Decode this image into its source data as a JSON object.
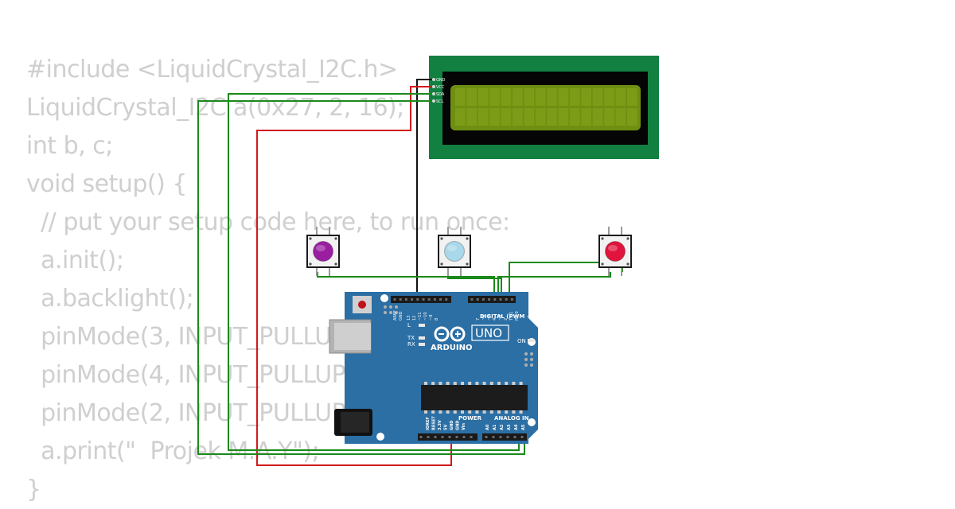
{
  "code_lines": [
    "#include <LiquidCrystal_I2C.h>",
    "LiquidCrystal_I2C a(0x27, 2, 16);",
    "int b, c;",
    "void setup() {",
    "  // put your setup code here, to run once:",
    "  a.init();",
    "  a.backlight();",
    "  pinMode(3, INPUT_PULLUP);",
    "  pinMode(4, INPUT_PULLUP);",
    "  pinMode(2, INPUT_PULLUP);",
    "  a.print(\"  Projek M.A.Y\");",
    "}"
  ],
  "lcd": {
    "pins": [
      "GND",
      "VCC",
      "SDA",
      "SCL"
    ],
    "pcb_color": "#128040",
    "screen_color": "#6f8f12"
  },
  "buttons": [
    {
      "name": "purple",
      "color": "#9a1fa0"
    },
    {
      "name": "light-blue",
      "color": "#a8d8ea"
    },
    {
      "name": "red",
      "color": "#e0143c"
    }
  ],
  "arduino": {
    "logo_text": "ARDUINO",
    "model": "UNO",
    "digital_header": "DIGITAL (PWM ~)",
    "power_header": "POWER",
    "analog_header": "ANALOG IN",
    "on_label": "ON",
    "led_labels": [
      "L",
      "TX",
      "RX"
    ],
    "top_pins": [
      "AREF",
      "GND",
      "13",
      "12",
      "~11",
      "~10",
      "~9",
      "8",
      "7",
      "~6",
      "~5",
      "4",
      "~3",
      "2",
      "TX 1",
      "RX 0"
    ],
    "bottom_power_pins": [
      "IOREF",
      "RESET",
      "3.3V",
      "5V",
      "GND",
      "GND",
      "Vin"
    ],
    "bottom_analog_pins": [
      "A0",
      "A1",
      "A2",
      "A3",
      "A4",
      "A5"
    ],
    "board_color": "#2b6fa5"
  },
  "wire_colors": {
    "green": "#1a8a1a",
    "red": "#d21a1a",
    "black": "#111111"
  }
}
